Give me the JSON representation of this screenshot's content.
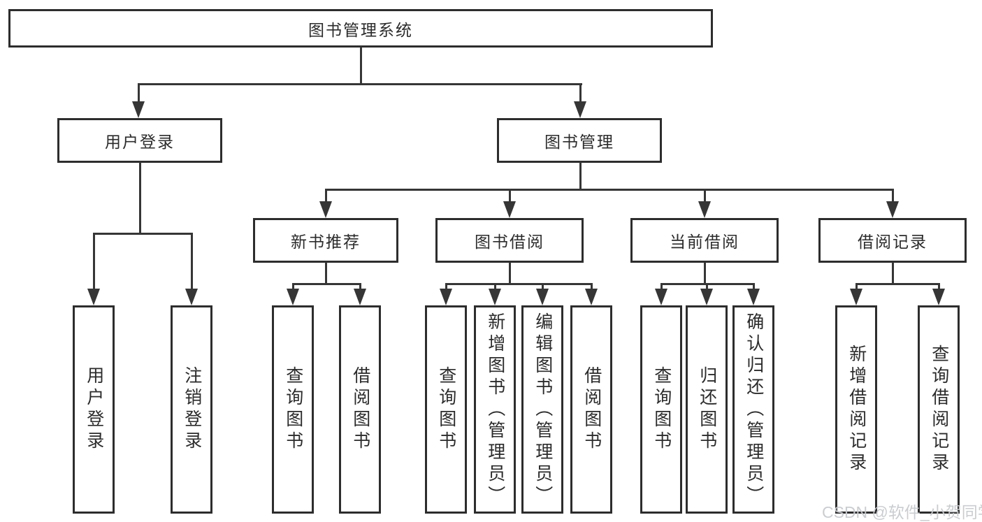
{
  "colors": {
    "line": "#363636",
    "border": "#2d2d2d",
    "text": "#2b2b2b",
    "background": "#ffffff",
    "watermark": "#c8cbce"
  },
  "tree": {
    "root": "图书管理系统",
    "user_login": {
      "label": "用户登录",
      "children": [
        "用户登录",
        "注销登录"
      ]
    },
    "book_mgmt": {
      "label": "图书管理",
      "groups": [
        {
          "label": "新书推荐",
          "children": [
            "查询图书",
            "借阅图书"
          ]
        },
        {
          "label": "图书借阅",
          "children": [
            "查询图书",
            "新增图书（管理员）",
            "编辑图书（管理员）",
            "借阅图书"
          ]
        },
        {
          "label": "当前借阅",
          "children": [
            "查询图书",
            "归还图书",
            "确认归还（管理员）"
          ]
        },
        {
          "label": "借阅记录",
          "children": [
            "新增借阅记录",
            "查询借阅记录"
          ]
        }
      ]
    }
  },
  "watermark": "CSDN @软件_小贺同学"
}
